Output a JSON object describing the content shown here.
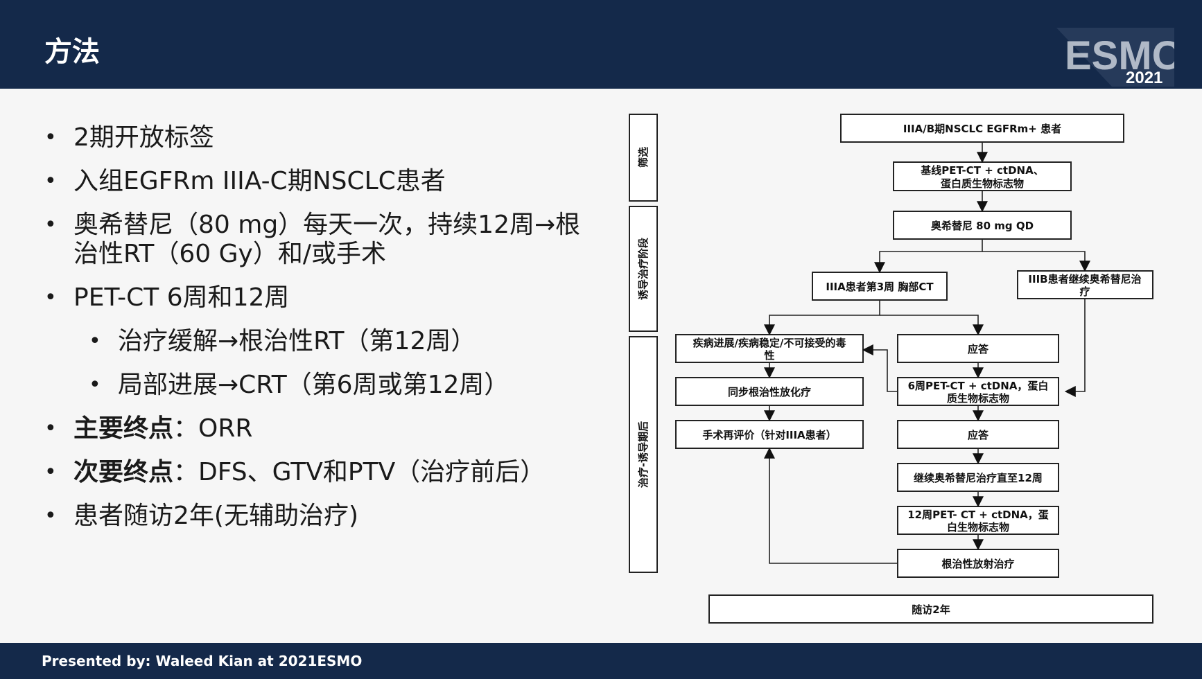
{
  "header": {
    "title": "方法"
  },
  "logo": {
    "text": "ESMO",
    "year": "2021"
  },
  "bullets": [
    {
      "text": "2期开放标签"
    },
    {
      "text": "入组EGFRm IIIA-C期NSCLC患者"
    },
    {
      "text": "奥希替尼（80 mg）每天一次，持续12周→根",
      "text2": "治性RT（60 Gy）和/或手术"
    },
    {
      "text": "PET-CT 6周和12周"
    },
    {
      "text": "治疗缓解→根治性RT（第12周）"
    },
    {
      "text": "局部进展→CRT（第6周或第12周）"
    },
    {
      "bold": "主要终点",
      "text": "：ORR"
    },
    {
      "bold": "次要终点",
      "text": "：DFS、GTV和PTV（治疗前后）"
    },
    {
      "text": "患者随访2年(无辅助治疗)"
    }
  ],
  "flowchart": {
    "phases": {
      "screening": "筛选",
      "induction": "诱导治疗阶段",
      "post": "治疗-诱导期后"
    },
    "boxes": {
      "patients": "IIIA/B期NSCLC EGFRm+ 患者",
      "baseline_1": "基线PET-CT + ctDNA、",
      "baseline_2": "蛋白质生物标志物",
      "osimertinib": "奥希替尼 80 mg QD",
      "iiia_ct": "IIIA患者第3周 胸部CT",
      "iiib_1": "IIIB患者继续奥希替尼治",
      "iiib_2": "疗",
      "progression_1": "疾病进展/疾病稳定/不可接受的毒",
      "progression_2": "性",
      "response_1": "应答",
      "crt": "同步根治性放化疗",
      "pet6_1": "6周PET-CT + ctDNA，蛋白",
      "pet6_2": "质生物标志物",
      "surgery": "手术再评价（针对IIIA患者）",
      "response_2": "应答",
      "continue": "继续奥希替尼治疗直至12周",
      "pet12_1": "12周PET- CT + ctDNA，蛋",
      "pet12_2": "白生物标志物",
      "radical_rt": "根治性放射治疗",
      "followup": "随访2年"
    }
  },
  "footer": {
    "presenter": "Presented by:  Waleed Kian at 2021ESMO"
  }
}
